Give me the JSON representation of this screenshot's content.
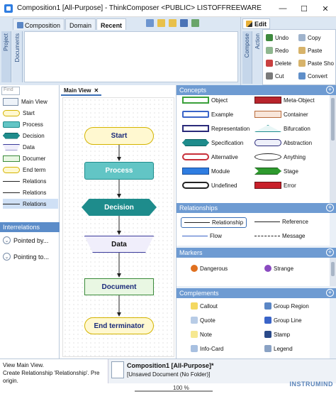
{
  "window": {
    "title": "Composition1 [All-Purpose] - ThinkComposer <PUBLIC> LISTOFFREEWARE",
    "minimize": "—",
    "maximize": "☐",
    "close": "✕"
  },
  "project_panel": {
    "tabs": [
      "Composition",
      "Domain",
      "Recent"
    ],
    "active_tab": "Recent",
    "side_label": "Project",
    "sub_label": "Documents"
  },
  "compose_panel": {
    "side_label": "Compose",
    "sub_label": "Action",
    "edit_tab": "Edit",
    "actions": {
      "undo": "Undo",
      "redo": "Redo",
      "delete": "Delete",
      "cut": "Cut",
      "copy": "Copy",
      "paste": "Paste",
      "paste_shortcut": "Paste Sho",
      "convert": "Convert"
    }
  },
  "left_panel": {
    "search_placeholder": "Find",
    "items": [
      "Main View",
      "Start",
      "Process",
      "Decision",
      "Data",
      "Documer",
      "End term",
      "Relations",
      "Relations",
      "Relations"
    ],
    "interrelations_title": "Interrelations",
    "interrelations": [
      "Pointed by...",
      "Pointing to..."
    ]
  },
  "canvas": {
    "tab_label": "Main View",
    "tab_close": "✕",
    "nodes": {
      "start": "Start",
      "process": "Process",
      "decision": "Decision",
      "data": "Data",
      "document": "Document",
      "end": "End terminator"
    }
  },
  "palette": {
    "concepts_title": "Concepts",
    "concepts": [
      "Object",
      "Meta-Object",
      "Example",
      "Container",
      "Representation",
      "Bifurcation",
      "Specification",
      "Abstraction",
      "Alternative",
      "Anything",
      "Module",
      "Stage",
      "Undefined",
      "Error"
    ],
    "relationships_title": "Relationships",
    "relationships": [
      "Relationship",
      "Reference",
      "Flow",
      "Message"
    ],
    "markers_title": "Markers",
    "markers": [
      "Dangerous",
      "Strange"
    ],
    "complements_title": "Complements",
    "complements": [
      "Callout",
      "Group Region",
      "Quote",
      "Group Line",
      "Note",
      "Stamp",
      "Info-Card",
      "Legend"
    ],
    "plus": "+"
  },
  "status": {
    "line1": "View Main View.",
    "line2": "Create Relationship 'Relationship'. Pre",
    "line3": "origin.",
    "doc_title": "Composition1 [All-Purpose]*",
    "doc_subtitle": "[Unsaved Document (No Folder)]",
    "zoom": "100 %",
    "watermark": "INSTRUMIND"
  },
  "colors": {
    "accent": "#5b8cc9",
    "node_start": "#fff8d0",
    "node_process": "#62c5c5",
    "node_decision": "#1e8c8c",
    "node_document": "#e9f7e3"
  }
}
